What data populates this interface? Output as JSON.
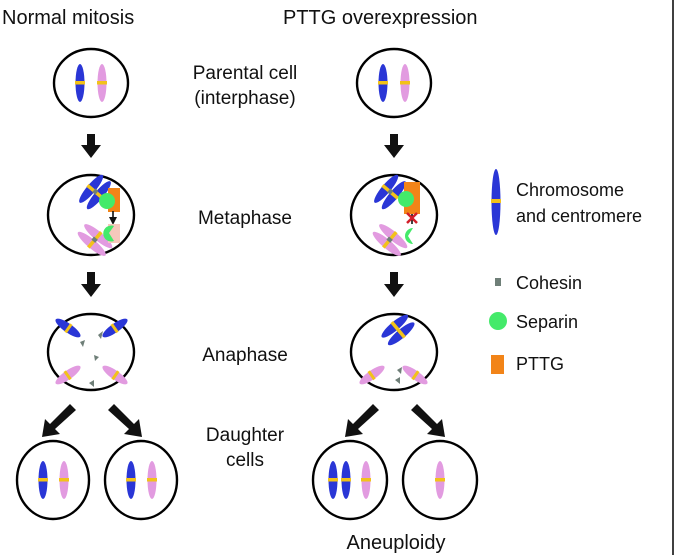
{
  "columns": {
    "normal": "Normal mitosis",
    "pttg": "PTTG overexpression"
  },
  "stages": {
    "parental_line1": "Parental cell",
    "parental_line2": "(interphase)",
    "metaphase": "Metaphase",
    "anaphase": "Anaphase",
    "daughter_line1": "Daughter",
    "daughter_line2": "cells"
  },
  "legend": {
    "chromosome_line1": "Chromosome",
    "chromosome_line2": "and centromere",
    "cohesin": "Cohesin",
    "separin": "Separin",
    "pttg": "PTTG"
  },
  "outcome": "Aneuploidy",
  "colors": {
    "chromosome_blue": "#2a36d6",
    "chromosome_pink": "#e29be0",
    "centromere": "#f2c21a",
    "cohesin": "#6f7f78",
    "separin": "#44ea6a",
    "pttg": "#f28418",
    "pttg_light": "#f6c8bc",
    "block_mark": "#d21f2a"
  }
}
